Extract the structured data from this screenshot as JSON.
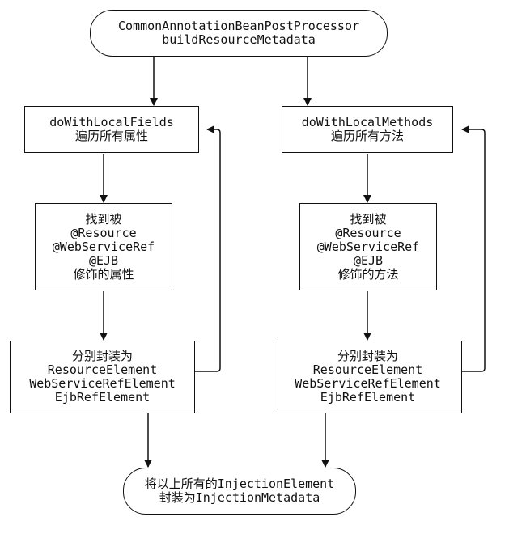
{
  "start": {
    "line1": "CommonAnnotationBeanPostProcessor",
    "line2": "buildResourceMetadata"
  },
  "left": {
    "step1": {
      "line1": "doWithLocalFields",
      "line2": "遍历所有属性"
    },
    "step2": {
      "line1": "找到被",
      "line2": "@Resource",
      "line3": "@WebServiceRef",
      "line4": "@EJB",
      "line5": "修饰的属性"
    },
    "step3": {
      "line1": "分别封装为",
      "line2": "ResourceElement",
      "line3": "WebServiceRefElement",
      "line4": "EjbRefElement"
    }
  },
  "right": {
    "step1": {
      "line1": "doWithLocalMethods",
      "line2": "遍历所有方法"
    },
    "step2": {
      "line1": "找到被",
      "line2": "@Resource",
      "line3": "@WebServiceRef",
      "line4": "@EJB",
      "line5": "修饰的方法"
    },
    "step3": {
      "line1": "分别封装为",
      "line2": "ResourceElement",
      "line3": "WebServiceRefElement",
      "line4": "EjbRefElement"
    }
  },
  "end": {
    "line1": "将以上所有的InjectionElement",
    "line2": "封装为InjectionMetadata"
  }
}
